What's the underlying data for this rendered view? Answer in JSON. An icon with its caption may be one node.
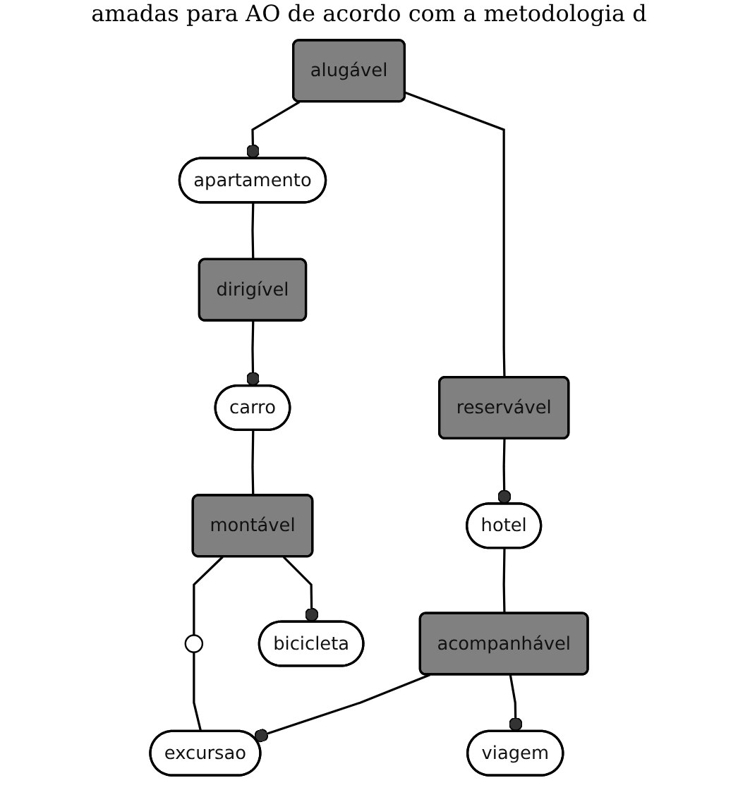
{
  "diagram": {
    "nodes": [
      {
        "text": [
          "reservável"
        ]
      },
      {
        "text": [
          "hotel"
        ]
      },
      {
        "text": [
          "alugável"
        ]
      },
      {
        "text": [
          "apartamento"
        ]
      },
      {
        "text": [
          "acompanhável"
        ]
      },
      {
        "text": [
          "dirigível"
        ]
      },
      {
        "text": [
          "excursao"
        ]
      },
      {
        "text": [
          "viagem"
        ]
      },
      {
        "text": [
          "carro"
        ]
      },
      {
        "text": [
          "montável"
        ]
      },
      {
        "text": [
          "bicicleta"
        ]
      },
      {
        "text": [],
        "shape": "circle"
      }
    ],
    "edges": [
      {
        "from": 0,
        "to": 1,
        "arrow": "other"
      },
      {
        "from": 2,
        "to": 0,
        "arrow": "none"
      },
      {
        "from": 2,
        "to": 3,
        "arrow": "other"
      },
      {
        "from": 3,
        "to": 5,
        "arrow": "none"
      },
      {
        "from": 5,
        "to": 8,
        "arrow": "other"
      },
      {
        "from": 8,
        "to": 9,
        "arrow": "none"
      },
      {
        "from": 9,
        "to": 10,
        "arrow": "other"
      },
      {
        "from": 1,
        "to": 4,
        "arrow": "none"
      },
      {
        "from": 4,
        "to": 6,
        "arrow": "other"
      },
      {
        "from": 4,
        "to": 7,
        "arrow": "other"
      },
      {
        "from": 9,
        "to": 11,
        "arrow": "none"
      },
      {
        "from": 11,
        "to": 6,
        "arrow": "none"
      }
    ],
    "labels": [
      "amadas para AO de acordo com a metodologia d"
    ]
  }
}
